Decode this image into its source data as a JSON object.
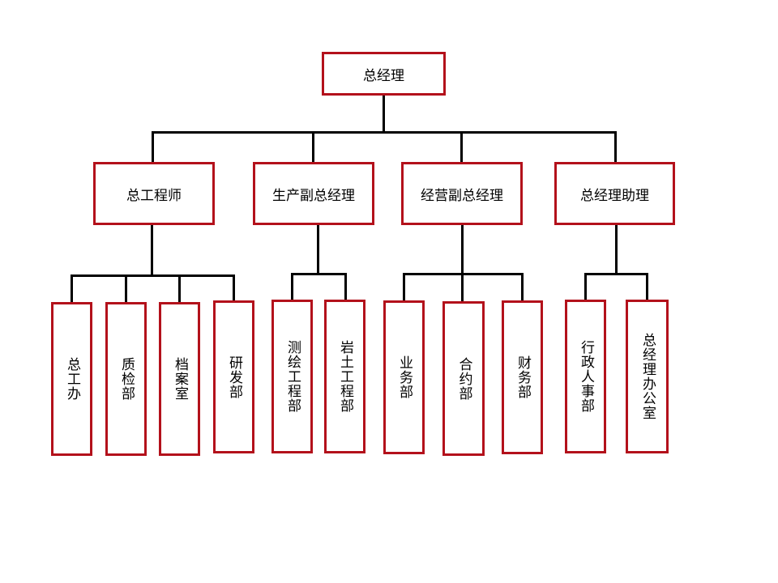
{
  "root": "总经理",
  "level2": [
    "总工程师",
    "生产副总经理",
    "经营副总经理",
    "总经理助理"
  ],
  "level3": {
    "chief_engineer": [
      "总工办",
      "质检部",
      "档案室",
      "研发部"
    ],
    "production": [
      "测绘工程部",
      "岩土工程部"
    ],
    "operations": [
      "业务部",
      "合约部",
      "财务部"
    ],
    "assistant": [
      "行政人事部",
      "总经理办公室"
    ]
  },
  "colors": {
    "border": "#b3111b",
    "line": "#000000"
  }
}
